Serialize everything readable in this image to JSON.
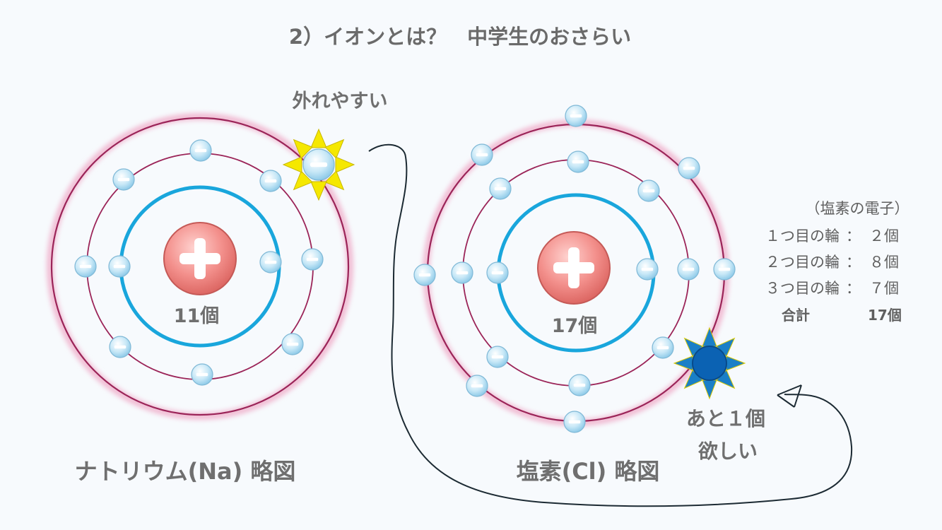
{
  "title": "2）イオンとは？　中学生のおさらい",
  "sodium": {
    "caption": "ナトリウム(Na) 略図",
    "proton_count": "11個",
    "callout": "外れやすい"
  },
  "chlorine": {
    "caption": "塩素(Cl) 略図",
    "proton_count": "17個",
    "callout_line1": "あと１個",
    "callout_line2": "欲しい"
  },
  "electron_summary": {
    "heading": "（塩素の電子）",
    "rows": [
      {
        "label": "１つ目の輪",
        "sep": "：",
        "value": "２個"
      },
      {
        "label": "２つ目の輪",
        "sep": "：",
        "value": "８個"
      },
      {
        "label": "３つ目の輪",
        "sep": "：",
        "value": "７個"
      }
    ],
    "total_label": "合計",
    "total_value": "17個"
  },
  "colors": {
    "inner_ring": "#19a6dc",
    "outer_ring": "#9b2458",
    "outer_glow": "#f2c6d9",
    "nucleus": "#f08a88",
    "electron": "#bfe4f6",
    "sun_ray": "#f2e600",
    "missing_electron": "#0b62b3"
  },
  "icons": {
    "nucleus": "plus-icon",
    "electron": "minus-icon",
    "sun": "sun-burst-icon"
  }
}
